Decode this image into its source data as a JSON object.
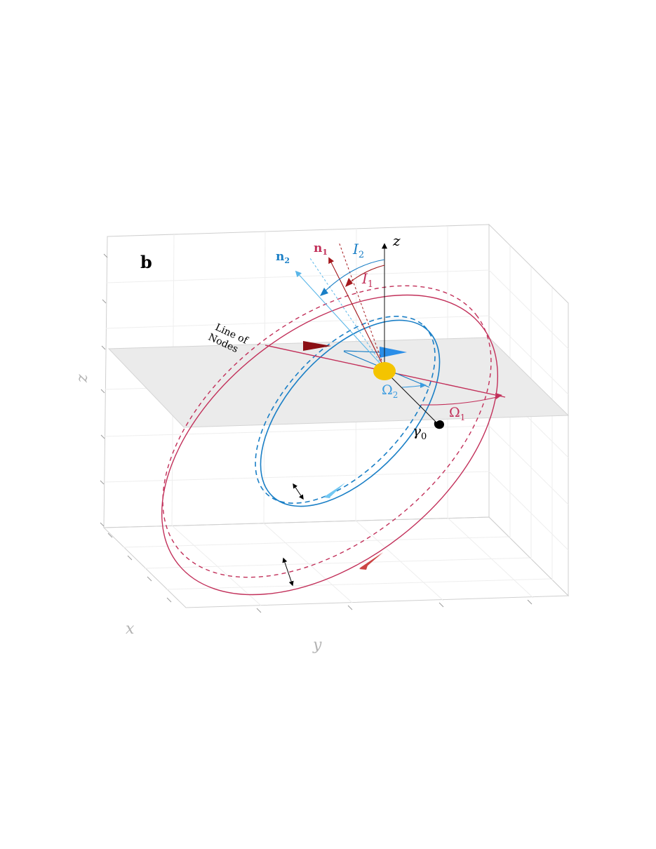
{
  "panel_label": "b",
  "line_of_nodes": [
    "Line of",
    "Nodes"
  ],
  "axes": {
    "x": "x",
    "y": "y",
    "z": "z"
  },
  "vectors": {
    "z_up": "z",
    "n1": {
      "base": "n",
      "sub": "1"
    },
    "n2": {
      "base": "n",
      "sub": "2"
    }
  },
  "angles": {
    "I1": {
      "base": "I",
      "sub": "1"
    },
    "I2": {
      "base": "I",
      "sub": "2"
    },
    "Omega1": {
      "base": "Ω",
      "sub": "1"
    },
    "Omega2": {
      "base": "Ω",
      "sub": "2"
    },
    "gamma0": {
      "base": "γ",
      "sub": "0"
    }
  },
  "colors": {
    "orbit1": "#c2305a",
    "orbit2": "#1a7fc6",
    "orbit2_light": "#72c7f2",
    "dark_red": "#8b0f14",
    "plane": "#e6e6e6",
    "sun": "#f4c400",
    "axis_text": "#b3b3b3",
    "box": "#cfcfcf"
  }
}
